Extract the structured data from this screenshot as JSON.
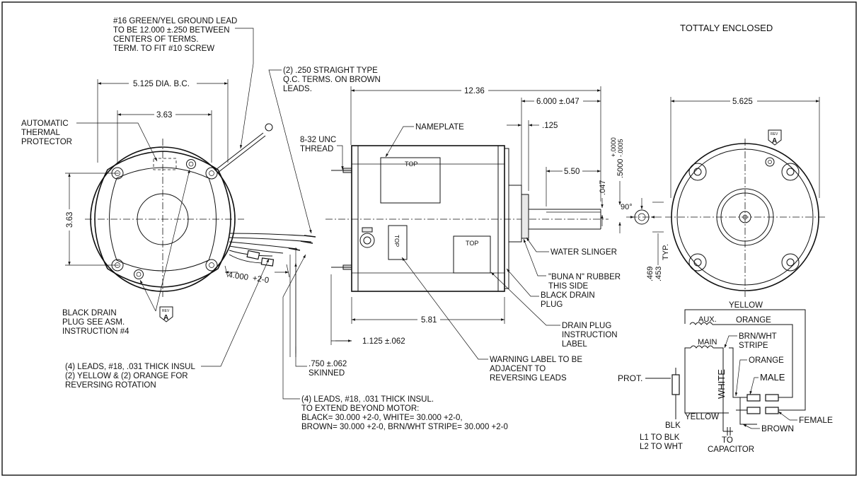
{
  "title": "TOTTALY ENCLOSED",
  "rev_badge": {
    "label": "REV",
    "letter": "A"
  },
  "front_view": {
    "ground_lead_note": [
      "#16 GREEN/YEL GROUND LEAD",
      "TO BE 12.000 ±.250 BETWEEN",
      "CENTERS OF TERMS.",
      "TERM. TO FIT #10 SCREW"
    ],
    "bolt_circle_dim": "5.125 DIA. B.C.",
    "width_dim": "3.63",
    "height_dim": "3.63",
    "thermal_note": [
      "AUTOMATIC",
      "THERMAL",
      "PROTECTOR"
    ],
    "drain_note": [
      "BLACK DRAIN",
      "PLUG SEE ASM.",
      "INSTRUCTION #4"
    ],
    "lead_length_dim": "4.000",
    "lead_length_tol": "+2-0",
    "leads_note": [
      "(4) LEADS, #18, .031 THICK INSUL",
      "(2) YELLOW & (2) ORANGE FOR",
      "REVERSING ROTATION"
    ],
    "skinned_dim": ".750 ±.062",
    "skinned_label": "SKINNED"
  },
  "side_view": {
    "qc_terms_note": [
      "(2) .250 STRAIGHT TYPE",
      "Q.C. TERMS. ON BROWN",
      "LEADS."
    ],
    "thread_note": [
      "8-32 UNC",
      "THREAD"
    ],
    "nameplate_label": "NAMEPLATE",
    "top_label": "TOP",
    "overall_length": "12.36",
    "shaft_length": "6.000 ±.047",
    "slinger_dim": ".125",
    "flat_length": "5.50",
    "flat_depth": ".047",
    "shaft_dia": ".5000",
    "shaft_tol_plus": "+.0000",
    "shaft_tol_minus": "-.0005",
    "body_length": "5.81",
    "stud_dim": "1.125 ±.062",
    "water_slinger": "WATER SLINGER",
    "rubber_note": [
      "\"BUNA N\" RUBBER",
      "THIS SIDE"
    ],
    "drain_plug": [
      "BLACK DRAIN",
      "PLUG"
    ],
    "drain_label": [
      "DRAIN PLUG",
      "INSTRUCTION",
      "LABEL"
    ],
    "warning_note": [
      "WARNING LABEL TO BE",
      "ADJACENT TO",
      "REVERSING LEADS"
    ],
    "leads_extend_note": [
      "(4) LEADS, #18, .031 THICK INSUL.",
      "TO EXTEND BEYOND MOTOR:",
      "BLACK= 30.000 +2-0, WHITE= 30.000 +2-0,",
      "BROWN= 30.000 +2-0, BRN/WHT STRIPE= 30.000 +2-0"
    ]
  },
  "shaft_section": {
    "angle": "90°",
    "dim_a": ".469",
    "dim_b": ".453",
    "typ": "TYP."
  },
  "rear_view": {
    "width_dim": "5.625"
  },
  "wiring": {
    "yellow_top": "YELLOW",
    "aux": "AUX.",
    "orange_top": "ORANGE",
    "main": "MAIN",
    "brn_wht": [
      "BRN/WHT",
      "STRIPE"
    ],
    "orange_right": "ORANGE",
    "male": "MALE",
    "prot": "PROT.",
    "white": "WHITE",
    "yellow_bottom": "YELLOW",
    "female": "FEMALE",
    "blk": "BLK",
    "l1": "L1 TO BLK",
    "l2": "L2 TO WHT",
    "brown": "BROWN",
    "capacitor": [
      "TO",
      "CAPACITOR"
    ]
  }
}
